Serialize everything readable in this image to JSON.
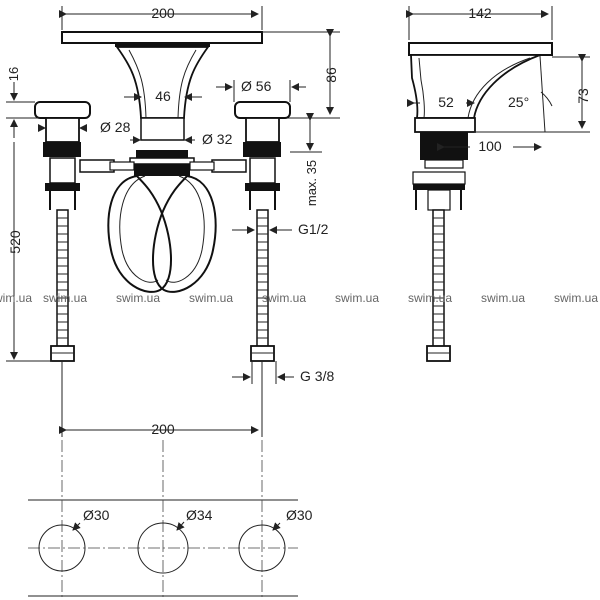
{
  "front_view": {
    "width_top": "200",
    "spout_height": "86",
    "handle_height": "16",
    "spout_neck": "46",
    "handle_diameter": "Ø 56",
    "handle_base_diameter": "Ø 28",
    "spout_base_diameter": "Ø 32",
    "max_thickness": "max. 35",
    "total_height": "520",
    "inlet_thread": "G1/2",
    "hose_thread": "G 3/8",
    "centers": "200"
  },
  "side_view": {
    "width_top": "142",
    "height": "73",
    "neck": "52",
    "angle": "25°",
    "projection": "100"
  },
  "hole_plan": {
    "left_hole": "Ø30",
    "middle_hole": "Ø34",
    "right_hole": "Ø30"
  },
  "watermarks": [
    "swim.ua",
    "swim.ua",
    "swim.ua",
    "swim.ua",
    "swim.ua",
    "swim.ua",
    "swim.ua",
    "swim.ua",
    "swim.ua"
  ]
}
